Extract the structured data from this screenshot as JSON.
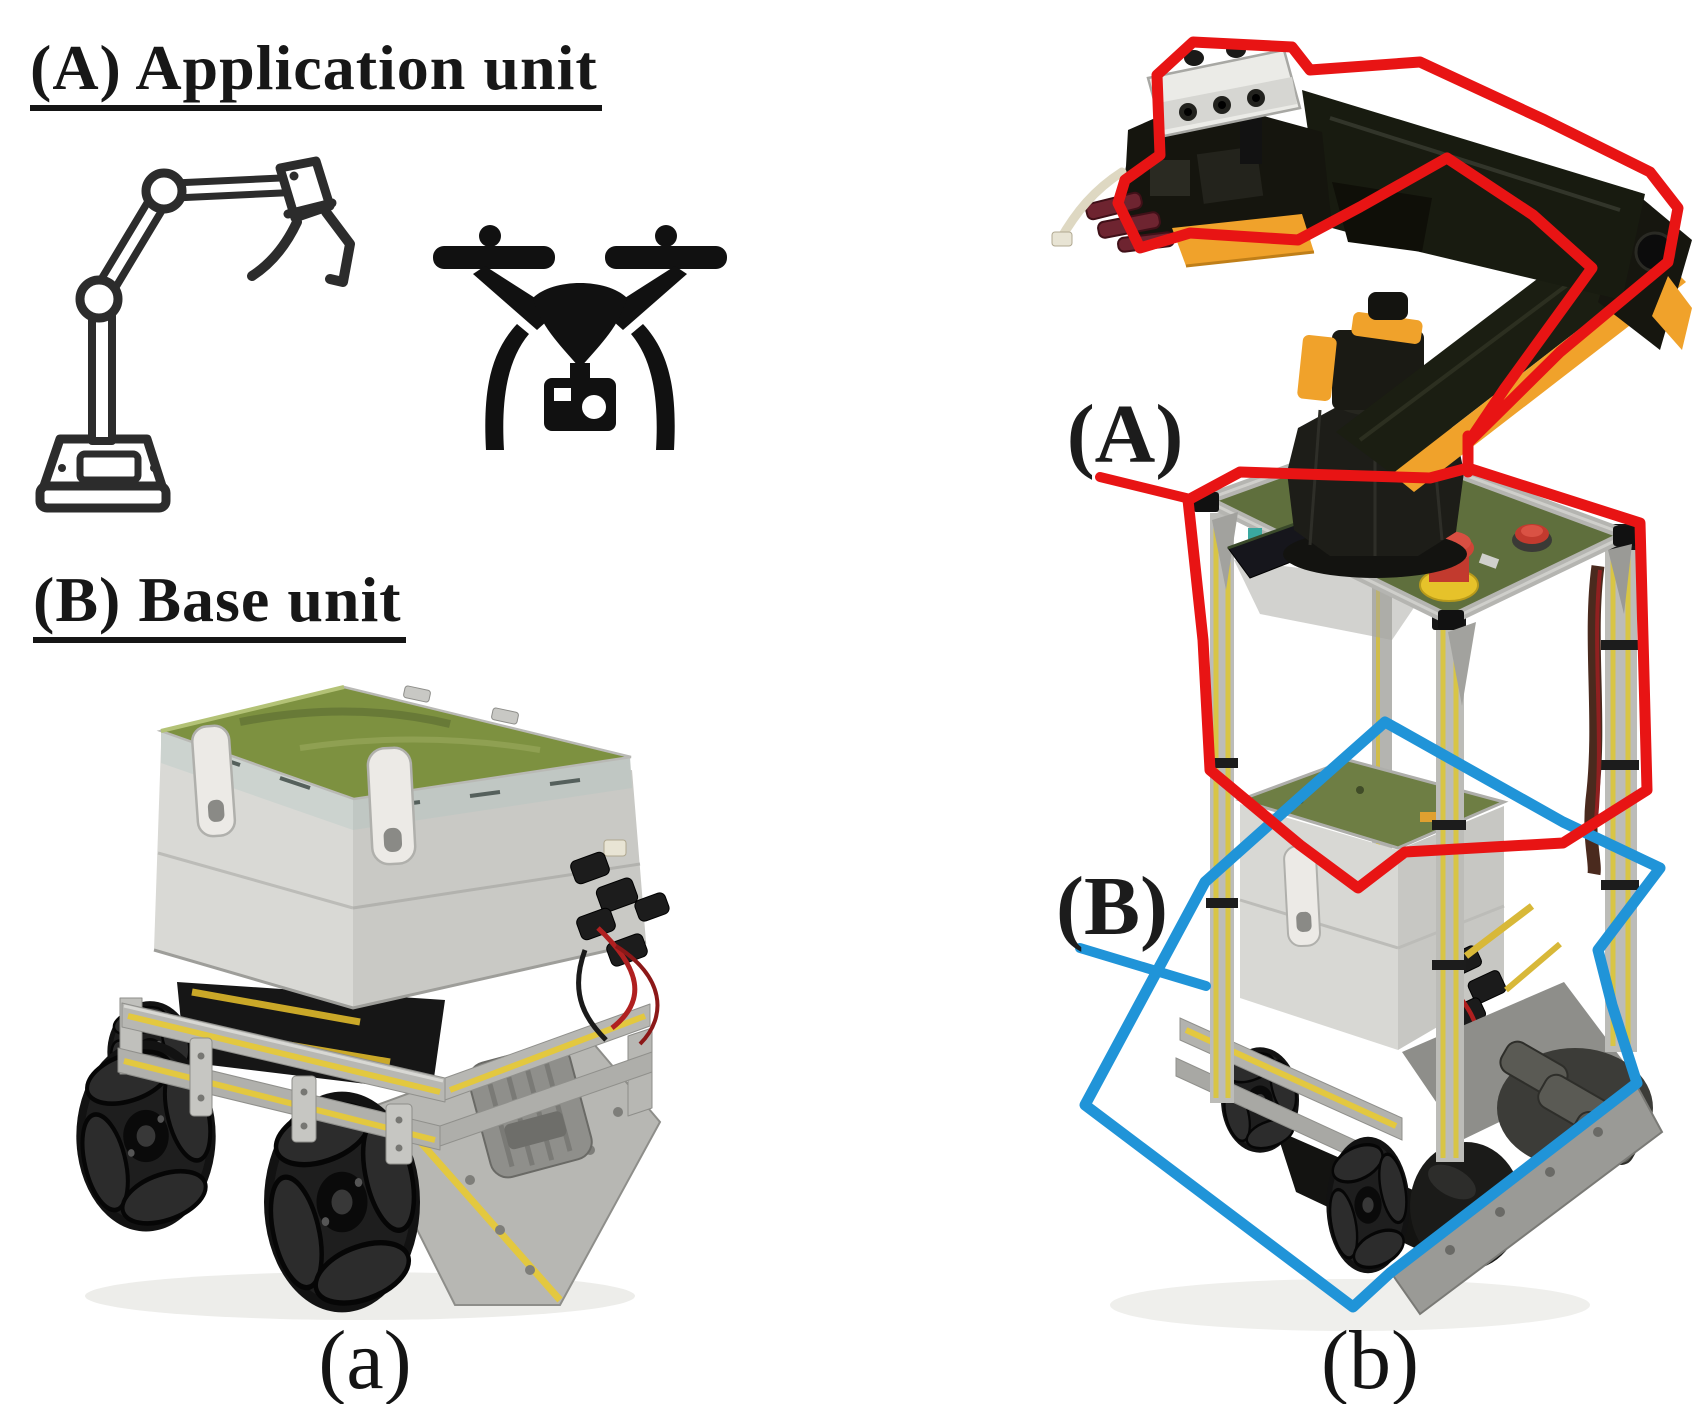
{
  "panel_a": {
    "heading_application": "(A) Application unit",
    "heading_base": "(B) Base unit",
    "caption": "(a)",
    "icons": {
      "robot_arm": "robot-arm-icon",
      "drone": "drone-icon"
    }
  },
  "panel_b": {
    "caption": "(b)",
    "label_application": "(A)",
    "label_base": "(B)"
  },
  "colors": {
    "application_outline": "#e81414",
    "base_outline": "#2094d8",
    "heading_text": "#171717",
    "icon_black": "#111111",
    "lid_green": "#7d9140",
    "pcb_olive": "#5f6f3d",
    "frame_silver": "#b5b5b1",
    "stripe_yellow": "#e3c83f",
    "arm_orange": "#f0a22b",
    "estop_red": "#c23a2e",
    "estop_collar_yellow": "#e6c22a",
    "box_gray": "#d8d8d4",
    "wheel_black": "#141414",
    "camera_white": "#ebebe7"
  }
}
